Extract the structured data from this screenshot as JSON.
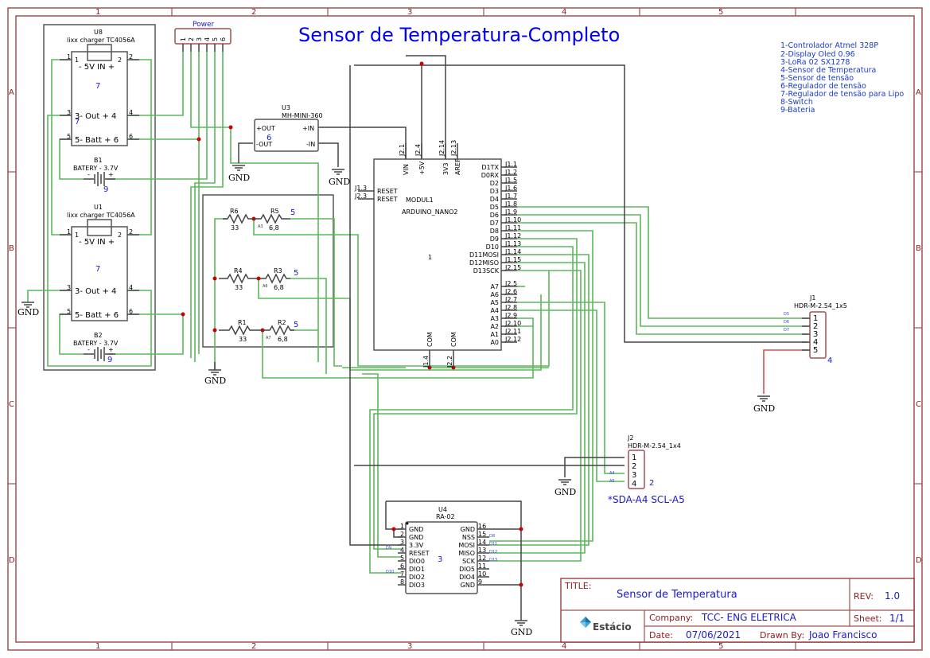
{
  "title": "Sensor de Temperatura-Completo",
  "frame": {
    "columns": [
      "1",
      "2",
      "3",
      "4",
      "5"
    ],
    "rows": [
      "A",
      "B",
      "C",
      "D"
    ]
  },
  "legend": [
    "1-Controlador Atmel 328P",
    "2-Display Oled 0.96",
    "3-LoRa 02 SX1278",
    "4-Sensor de Temperatura",
    "5-Sensor de tensão",
    "6-Regulador de tensão",
    "7-Regulador de tensão para Lipo",
    "8-Switch",
    "9-Bateria"
  ],
  "components": {
    "u8": {
      "ref": "U8",
      "value": "lixx charger TC4056A",
      "group": "7",
      "in_label": "- 5V IN +",
      "out_label": "3- Out + 4",
      "batt_label": "5- Batt + 6",
      "pins": [
        "1",
        "2",
        "3",
        "4",
        "5",
        "6"
      ],
      "pin1_inner": "1",
      "pin2_inner": "2"
    },
    "b1": {
      "ref": "B1",
      "value": "BATERY - 3.7V",
      "group": "9",
      "minus": "-",
      "plus": "+"
    },
    "u1": {
      "ref": "U1",
      "value": "lixx charger TC4056A",
      "group": "7",
      "in_label": "- 5V IN +",
      "out_label": "3- Out + 4",
      "batt_label": "5- Batt + 6",
      "pins": [
        "1",
        "2",
        "3",
        "4",
        "5",
        "6"
      ],
      "pin1_inner": "1",
      "pin2_inner": "2"
    },
    "b2": {
      "ref": "B2",
      "value": "BATERY - 3.7V",
      "group": "9",
      "minus": "-",
      "plus": "+"
    },
    "power": {
      "label": "Power",
      "pins": [
        "1",
        "2",
        "3",
        "4",
        "5",
        "6"
      ]
    },
    "u3": {
      "ref": "U3",
      "value": "MH-MINI-360",
      "group": "6",
      "pins": {
        "out_p": "+OUT",
        "out_n": "-OUT",
        "in_p": "+IN",
        "in_n": "-IN"
      }
    },
    "resistors": [
      {
        "ref": "R6",
        "value": "33"
      },
      {
        "ref": "R5",
        "value": "6,8",
        "group": "5",
        "tap": "A3"
      },
      {
        "ref": "R4",
        "value": "33"
      },
      {
        "ref": "R3",
        "value": "6,8",
        "group": "5",
        "tap": "A6"
      },
      {
        "ref": "R1",
        "value": "33"
      },
      {
        "ref": "R2",
        "value": "6,8",
        "group": "5",
        "tap": "A7"
      }
    ],
    "nano": {
      "ref": "MODUL1",
      "value": "ARDUINO_NANO2",
      "group": "1",
      "top_pins": [
        {
          "name": "VIN",
          "pin": "J2.1"
        },
        {
          "name": "+5V",
          "pin": "J2.4"
        },
        {
          "name": "3V3",
          "pin": "J2.14"
        },
        {
          "name": "AREF",
          "pin": "J2.13"
        }
      ],
      "left_pins": [
        {
          "name": "RESET",
          "pin": "J1.3"
        },
        {
          "name": "RESET",
          "pin": "J2.3"
        }
      ],
      "right_pins": [
        {
          "name": "D1TX",
          "pin": "J1.1"
        },
        {
          "name": "D0RX",
          "pin": "J1.2"
        },
        {
          "name": "D2",
          "pin": "J1.5"
        },
        {
          "name": "D3",
          "pin": "J1.6"
        },
        {
          "name": "D4",
          "pin": "J1.7"
        },
        {
          "name": "D5",
          "pin": "J1.8"
        },
        {
          "name": "D6",
          "pin": "J1.9"
        },
        {
          "name": "D7",
          "pin": "J1.10"
        },
        {
          "name": "D8",
          "pin": "J1.11"
        },
        {
          "name": "D9",
          "pin": "J1.12"
        },
        {
          "name": "D10",
          "pin": "J1.13"
        },
        {
          "name": "D11MOSI",
          "pin": "J1.14"
        },
        {
          "name": "D12MISO",
          "pin": "J1.15"
        },
        {
          "name": "D13SCK",
          "pin": "J2.15"
        },
        {
          "name": "A7",
          "pin": "J2.5"
        },
        {
          "name": "A6",
          "pin": "J2.6"
        },
        {
          "name": "A5",
          "pin": "J2.7"
        },
        {
          "name": "A4",
          "pin": "J2.8"
        },
        {
          "name": "A3",
          "pin": "J2.9"
        },
        {
          "name": "A2",
          "pin": "J2.10"
        },
        {
          "name": "A1",
          "pin": "J2.11"
        },
        {
          "name": "A0",
          "pin": "J2.12"
        }
      ],
      "bottom_pins": [
        {
          "name": "COM",
          "pin": "J1.4"
        },
        {
          "name": "COM",
          "pin": "J2.2"
        }
      ]
    },
    "j1": {
      "ref": "J1",
      "value": "HDR-M-2.54_1x5",
      "group": "4",
      "pins": [
        "1",
        "2",
        "3",
        "4",
        "5"
      ],
      "net_labels": [
        "D5",
        "D6",
        "D7"
      ]
    },
    "j2": {
      "ref": "J2",
      "value": "HDR-M-2.54_1x4",
      "group": "2",
      "pins": [
        "1",
        "2",
        "3",
        "4"
      ],
      "net_labels": [
        "A4",
        "A5"
      ],
      "note": "*SDA-A4 SCL-A5"
    },
    "u4": {
      "ref": "U4",
      "value": "RA-02",
      "group": "3",
      "left_pins": [
        {
          "num": "1",
          "name": "GND"
        },
        {
          "num": "2",
          "name": "GND"
        },
        {
          "num": "3",
          "name": "3.3V"
        },
        {
          "num": "4",
          "name": "RESET"
        },
        {
          "num": "5",
          "name": "DIO0"
        },
        {
          "num": "6",
          "name": "DIO1"
        },
        {
          "num": "7",
          "name": "DIO2"
        },
        {
          "num": "8",
          "name": "DIO3"
        }
      ],
      "right_pins": [
        {
          "num": "16",
          "name": "GND"
        },
        {
          "num": "15",
          "name": "NSS"
        },
        {
          "num": "14",
          "name": "MOSI"
        },
        {
          "num": "13",
          "name": "MISO"
        },
        {
          "num": "12",
          "name": "SCK"
        },
        {
          "num": "11",
          "name": "DIO5"
        },
        {
          "num": "10",
          "name": "DIO4"
        },
        {
          "num": "9",
          "name": "GND"
        }
      ],
      "left_net_labels": {
        "d9": "D9",
        "d10": "D10"
      },
      "right_net_labels": [
        "D8",
        "D11",
        "D12",
        "D13"
      ]
    }
  },
  "gnd_label": "GND",
  "title_block": {
    "title_label": "TITLE:",
    "title": "Sensor de Temperatura",
    "rev_label": "REV:",
    "rev": "1.0",
    "company_label": "Company:",
    "company": "TCC- ENG ELETRICA",
    "sheet_label": "Sheet:",
    "sheet": "1/1",
    "date_label": "Date:",
    "date": "07/06/2021",
    "drawn_label": "Drawn By:",
    "drawn": "Joao Francisco",
    "logo": "Estácio"
  }
}
